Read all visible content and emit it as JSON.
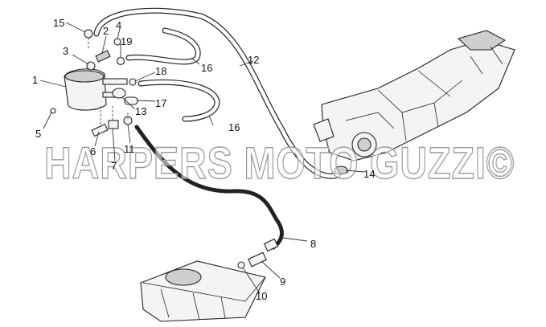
{
  "watermark": "HARPERS MOTO GUZZI©",
  "callouts": [
    "1",
    "2",
    "3",
    "4",
    "5",
    "6",
    "7",
    "8",
    "9",
    "10",
    "11",
    "12",
    "13",
    "14",
    "15",
    "16",
    "16",
    "17",
    "18",
    "19"
  ]
}
